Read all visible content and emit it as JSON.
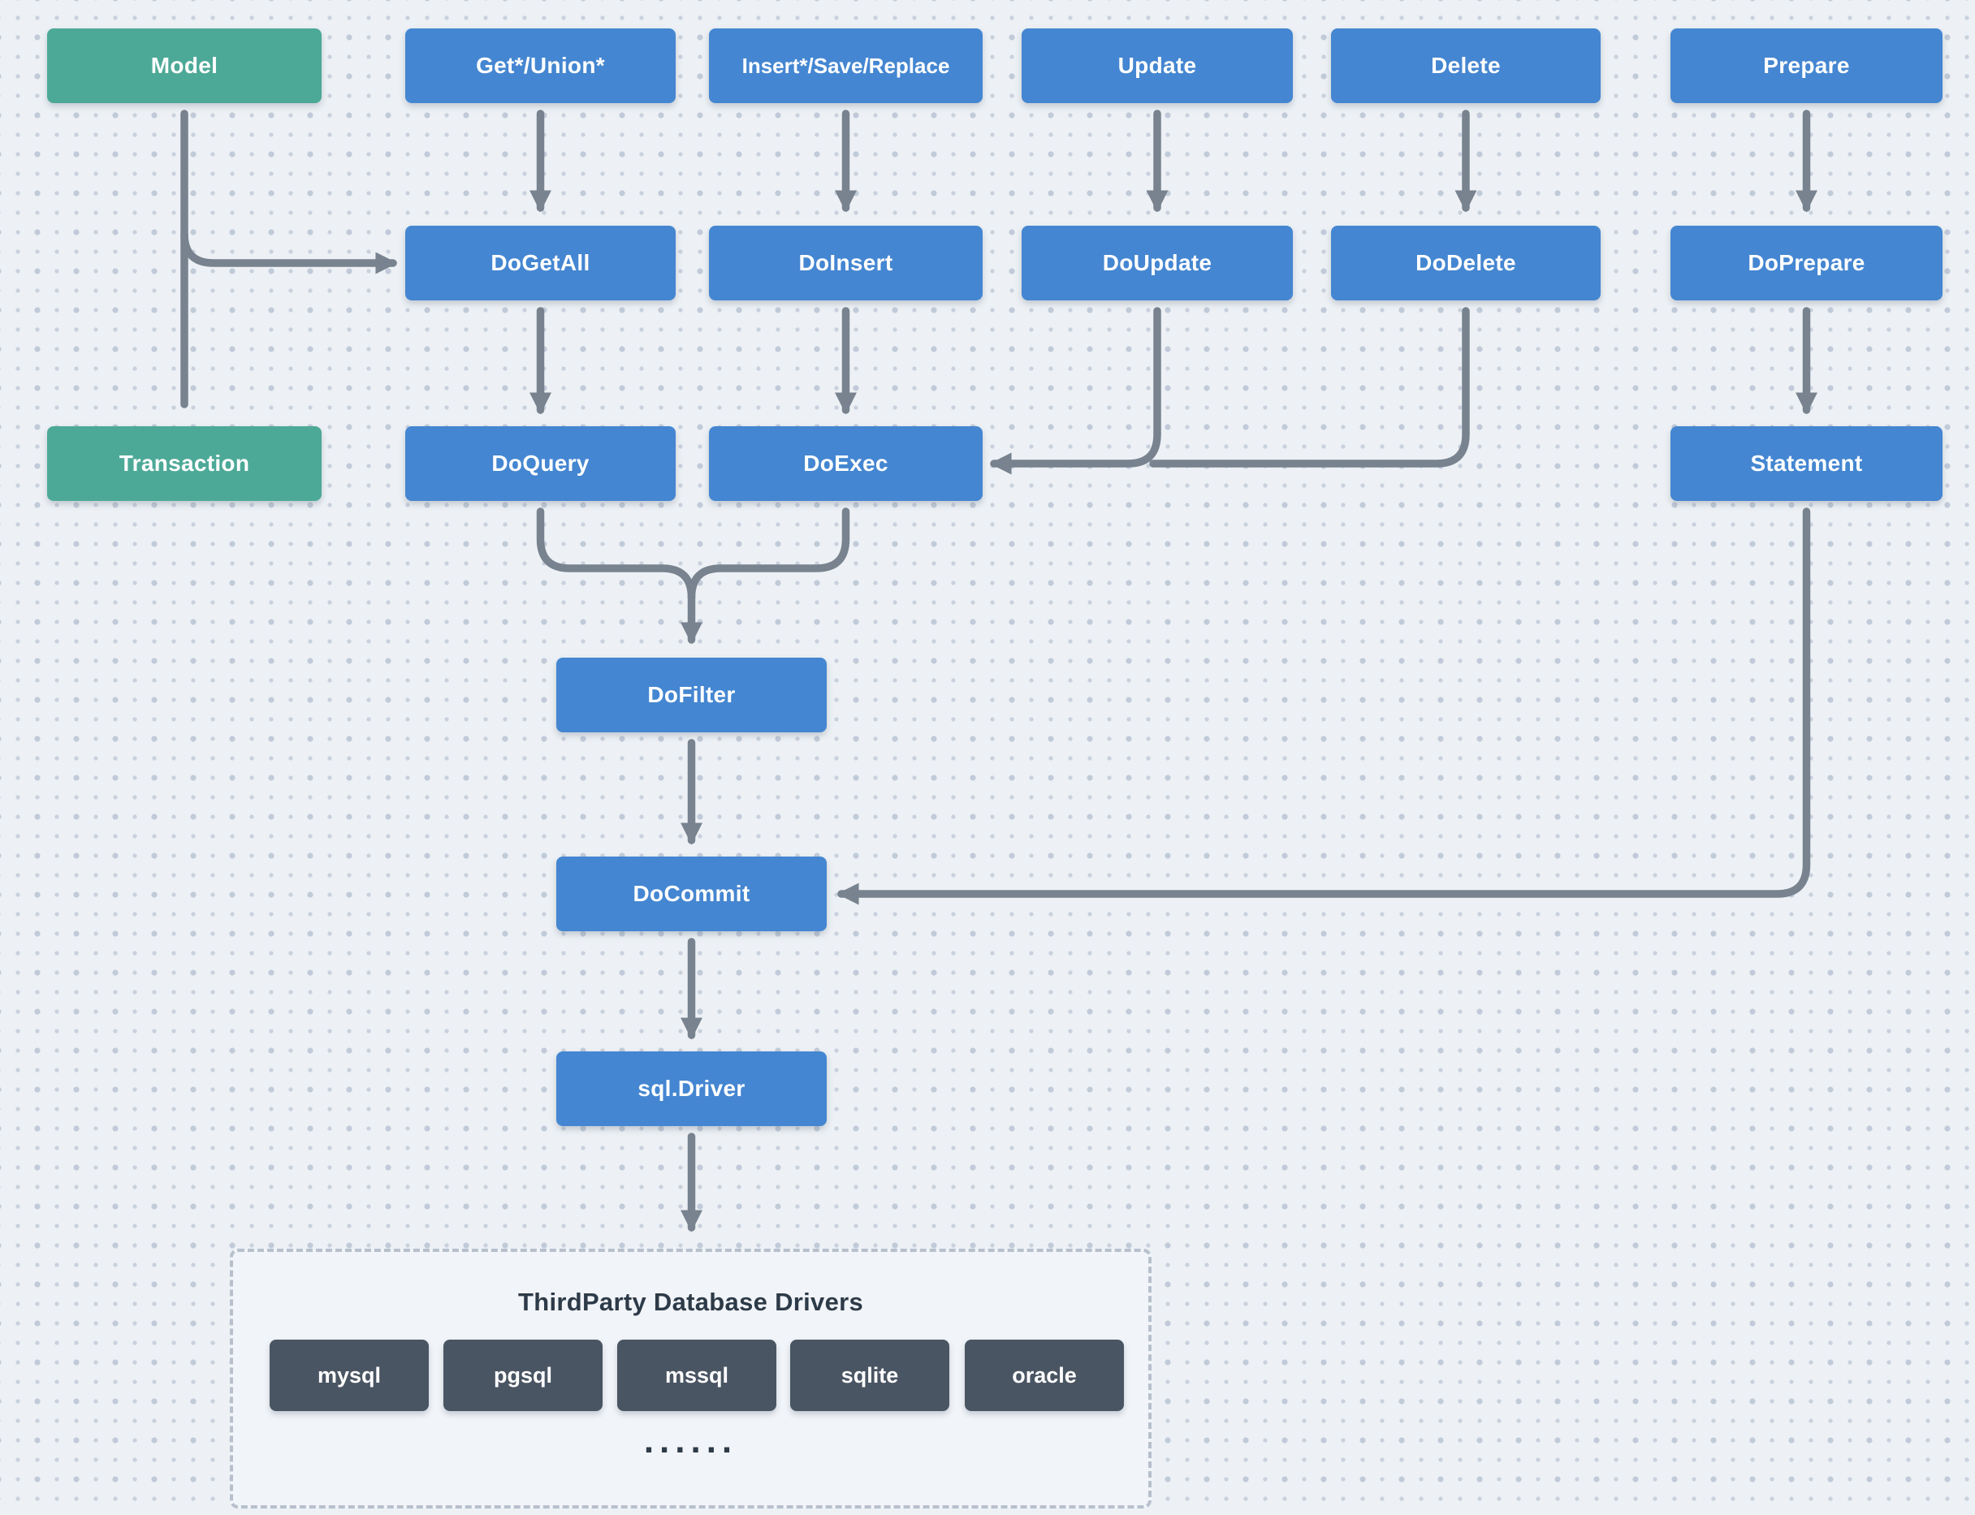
{
  "palette": {
    "background": "#edf1f5",
    "blue_node": "#4486d1",
    "green_node": "#4da997",
    "driver_node": "#4a5563",
    "arrow": "#78838f",
    "dark_text": "#2d3a48"
  },
  "nodes": {
    "model": {
      "label": "Model"
    },
    "get_union": {
      "label": "Get*/Union*"
    },
    "insert_save_replace": {
      "label": "Insert*/Save/Replace"
    },
    "update": {
      "label": "Update"
    },
    "delete": {
      "label": "Delete"
    },
    "prepare": {
      "label": "Prepare"
    },
    "do_get_all": {
      "label": "DoGetAll"
    },
    "do_insert": {
      "label": "DoInsert"
    },
    "do_update": {
      "label": "DoUpdate"
    },
    "do_delete": {
      "label": "DoDelete"
    },
    "do_prepare": {
      "label": "DoPrepare"
    },
    "transaction": {
      "label": "Transaction"
    },
    "do_query": {
      "label": "DoQuery"
    },
    "do_exec": {
      "label": "DoExec"
    },
    "statement": {
      "label": "Statement"
    },
    "do_filter": {
      "label": "DoFilter"
    },
    "do_commit": {
      "label": "DoCommit"
    },
    "sql_driver": {
      "label": "sql.Driver"
    }
  },
  "drivers_panel": {
    "title": "ThirdParty Database Drivers",
    "items": [
      "mysql",
      "pgsql",
      "mssql",
      "sqlite",
      "oracle"
    ],
    "ellipsis": "......"
  }
}
